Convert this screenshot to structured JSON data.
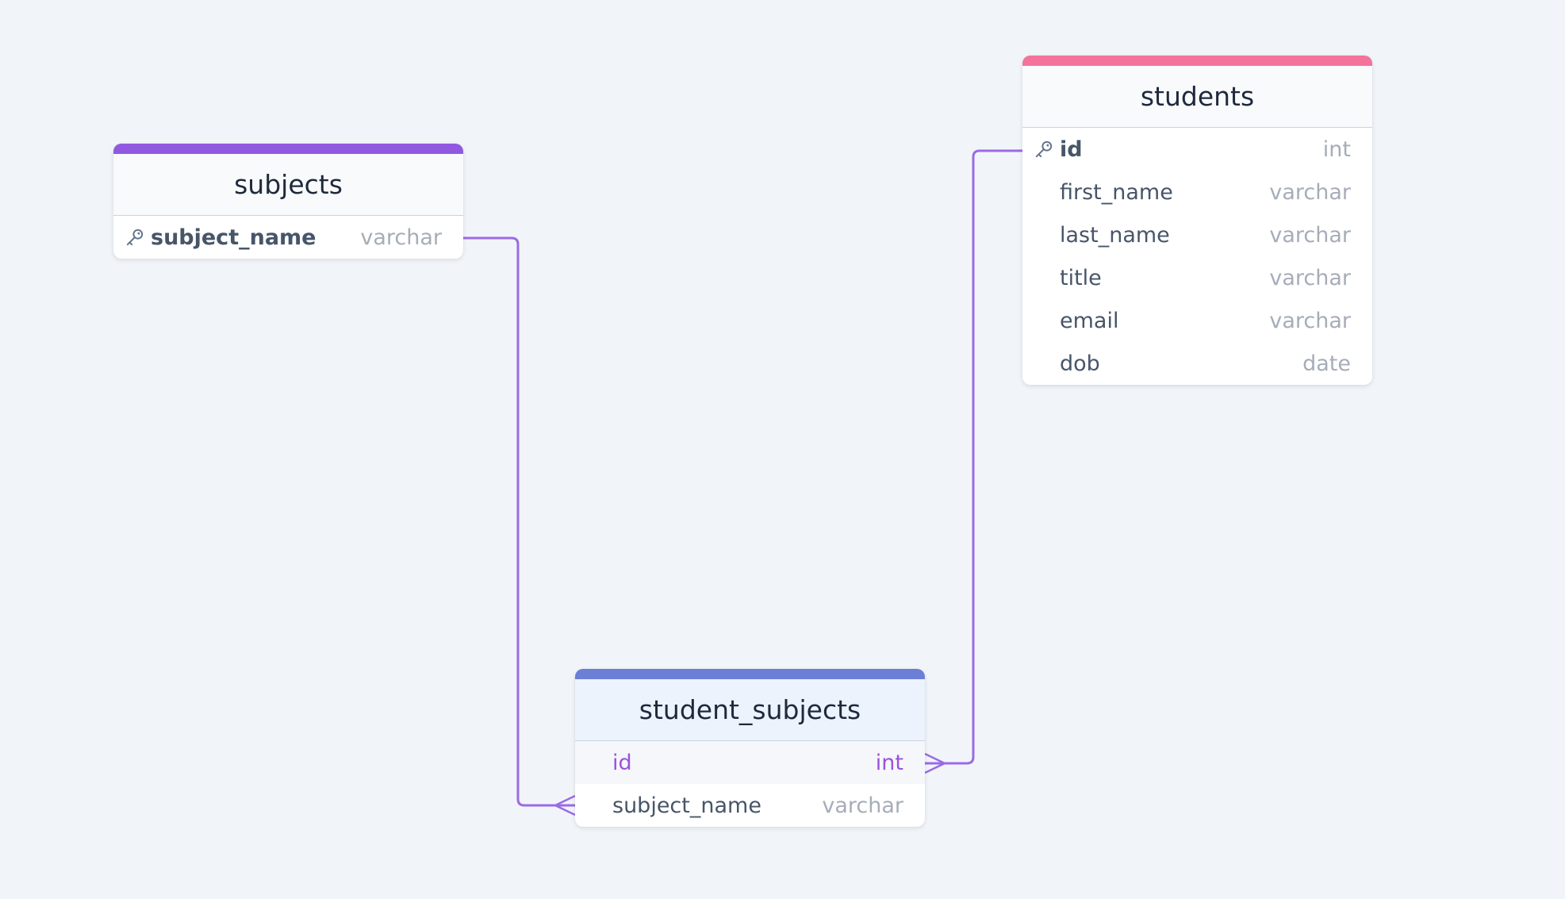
{
  "tables": {
    "subjects": {
      "name": "subjects",
      "accent_color": "#9159df",
      "columns": [
        {
          "name": "subject_name",
          "type": "varchar",
          "primary_key": true
        }
      ]
    },
    "students": {
      "name": "students",
      "accent_color": "#f4729c",
      "columns": [
        {
          "name": "id",
          "type": "int",
          "primary_key": true
        },
        {
          "name": "first_name",
          "type": "varchar"
        },
        {
          "name": "last_name",
          "type": "varchar"
        },
        {
          "name": "title",
          "type": "varchar"
        },
        {
          "name": "email",
          "type": "varchar"
        },
        {
          "name": "dob",
          "type": "date"
        }
      ]
    },
    "student_subjects": {
      "name": "student_subjects",
      "accent_color": "#6b7fd7",
      "columns": [
        {
          "name": "id",
          "type": "int"
        },
        {
          "name": "subject_name",
          "type": "varchar"
        }
      ]
    }
  },
  "relations": [
    {
      "from": "subjects.subject_name",
      "to": "student_subjects.subject_name",
      "cardinality": "one-to-many"
    },
    {
      "from": "students.id",
      "to": "student_subjects.id",
      "cardinality": "one-to-many"
    }
  ],
  "colors": {
    "background": "#f1f5f9",
    "relation_line": "#9b6ae6",
    "highlight_text": "#9b51e0"
  },
  "icons": {
    "primary_key": "key-icon",
    "relation_end_many": "crows-foot-icon"
  }
}
